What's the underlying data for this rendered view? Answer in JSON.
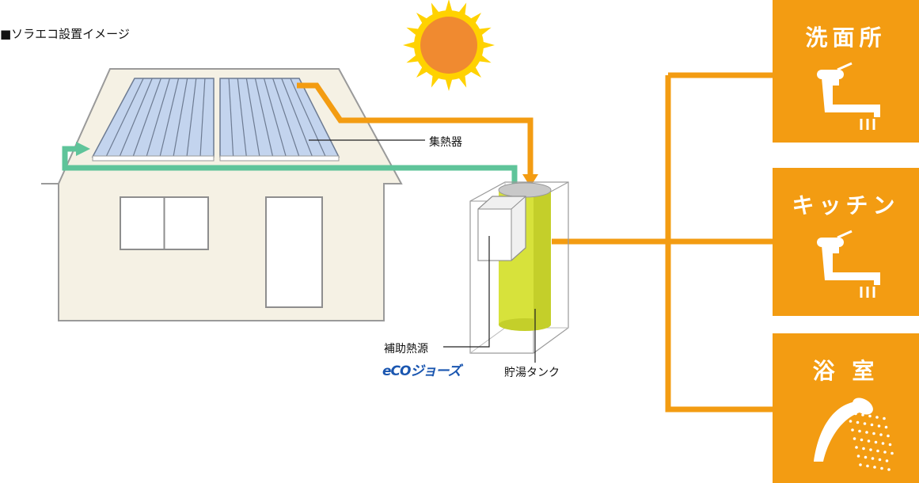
{
  "title": "■ソラエコ設置イメージ",
  "labels": {
    "collector": "集熱器",
    "aux_heat": "補助熱源",
    "tank": "貯湯タンク",
    "eco_logo": "eCOジョーズ"
  },
  "rooms": [
    {
      "label": "洗面所",
      "icon": "faucet-icon"
    },
    {
      "label": "キッチン",
      "icon": "faucet-icon"
    },
    {
      "label": "浴 室",
      "icon": "shower-icon"
    }
  ],
  "colors": {
    "hot_pipe": "#f39c12",
    "cold_pipe": "#5fc49a",
    "room_bg": "#f39c12",
    "house": "#f5f1e4",
    "panel": "#c3d4ee",
    "tank": "#d7e23b",
    "sun": "#f08a30",
    "sun_rays": "#ffd200"
  }
}
